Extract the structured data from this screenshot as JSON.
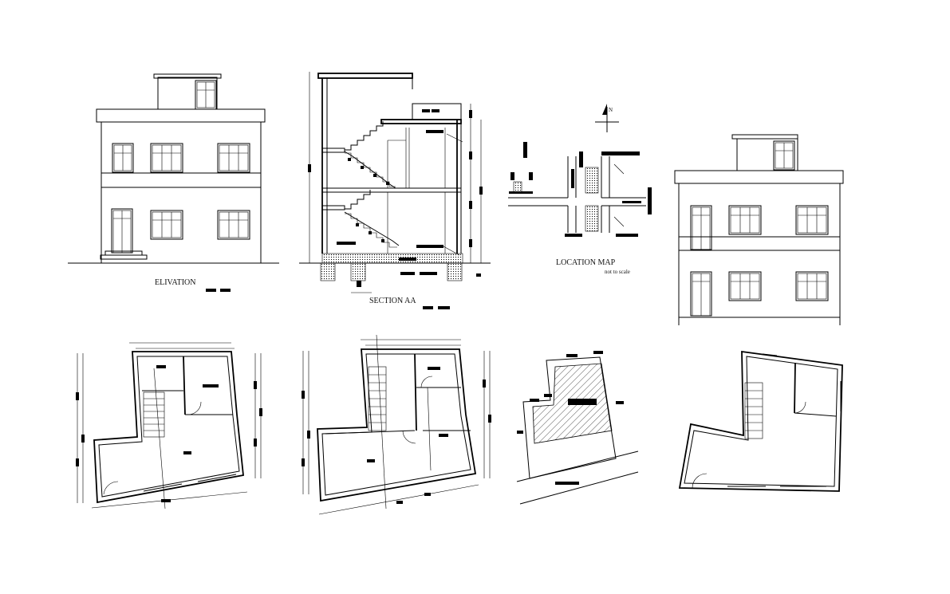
{
  "labels": {
    "elevation": "ELIVATION",
    "section": "SECTION AA",
    "location_map": "LOCATION MAP",
    "location_map_note": "not to scale",
    "north": "N"
  }
}
